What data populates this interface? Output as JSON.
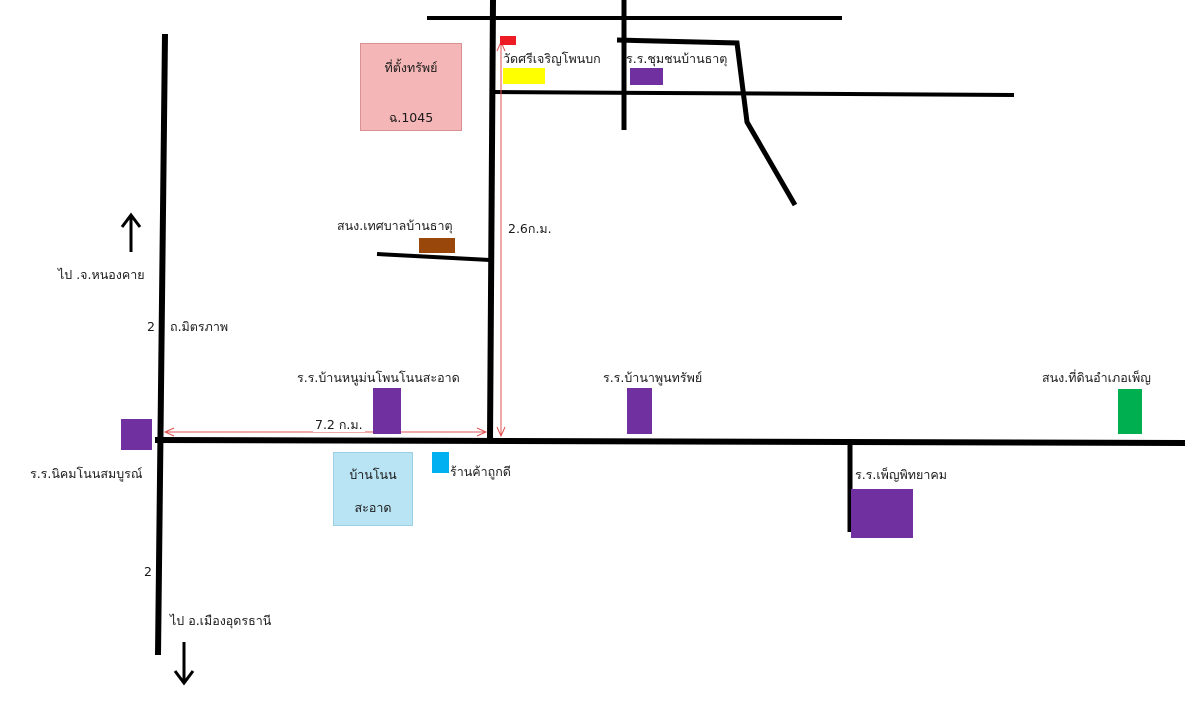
{
  "property_box": {
    "title": "ที่ตั้งทรัพย์",
    "code": "ฉ.1045"
  },
  "village_box": {
    "line1": "บ้านโนน",
    "line2": "สะอาด"
  },
  "labels": {
    "temple": "วัดศรีเจริญโพนบก",
    "school_chumchon": "ร.ร.ชุมชนบ้านธาตุ",
    "municipal_office": "สนง.เทศบาลบ้านธาตุ",
    "dist_vertical": "2.6ก.ม.",
    "to_nongkhai": "ไป .จ.หนองคาย",
    "highway_top": "2",
    "mittraphap_road": "ถ.มิตรภาพ",
    "school_nongmun": "ร.ร.บ้านหนูม่นโพนโนนสะอาด",
    "school_naphun": "ร.ร.บ้านาพูนทรัพย์",
    "land_office": "สนง.ที่ดินอำเภอเพ็ญ",
    "dist_horizontal": "7.2 ก.ม.",
    "school_nikhom": "ร.ร.นิคมโนนสมบูรณ์",
    "shop": "ร้านค้าถูกดี",
    "school_phenphitthayakhom": "ร.ร.เพ็ญพิทยาคม",
    "highway_bottom": "2",
    "to_udon": "ไป อ.เมืองอุดรธานี"
  },
  "colors": {
    "property": "#ed1c24",
    "property_box": "#f4b6b6",
    "temple": "#ffff00",
    "school": "#7030a0",
    "municipal": "#99470b",
    "land_office": "#00b050",
    "shop": "#00b0f0",
    "village_box": "#b9e4f4",
    "distance_line": "#e05050"
  }
}
